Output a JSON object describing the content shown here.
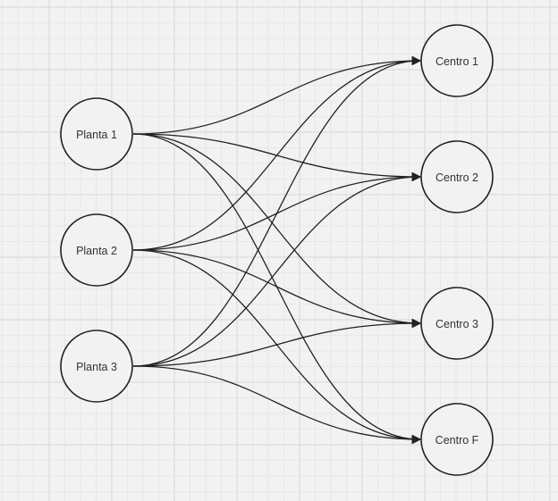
{
  "diagram": {
    "sources": [
      {
        "id": "p1",
        "label": "Planta 1"
      },
      {
        "id": "p2",
        "label": "Planta 2"
      },
      {
        "id": "p3",
        "label": "Planta 3"
      }
    ],
    "targets": [
      {
        "id": "c1",
        "label": "Centro 1"
      },
      {
        "id": "c2",
        "label": "Centro 2"
      },
      {
        "id": "c3",
        "label": "Centro 3"
      },
      {
        "id": "cf",
        "label": "Centro F"
      }
    ],
    "edges": [
      [
        "p1",
        "c1"
      ],
      [
        "p1",
        "c2"
      ],
      [
        "p1",
        "c3"
      ],
      [
        "p1",
        "cf"
      ],
      [
        "p2",
        "c1"
      ],
      [
        "p2",
        "c2"
      ],
      [
        "p2",
        "c3"
      ],
      [
        "p2",
        "cf"
      ],
      [
        "p3",
        "c1"
      ],
      [
        "p3",
        "c2"
      ],
      [
        "p3",
        "c3"
      ],
      [
        "p3",
        "cf"
      ]
    ],
    "colors": {
      "background": "#f2f2f2",
      "stroke": "#222222",
      "grid": "#e4e4e4",
      "grid_major": "#dcdcdc"
    }
  }
}
